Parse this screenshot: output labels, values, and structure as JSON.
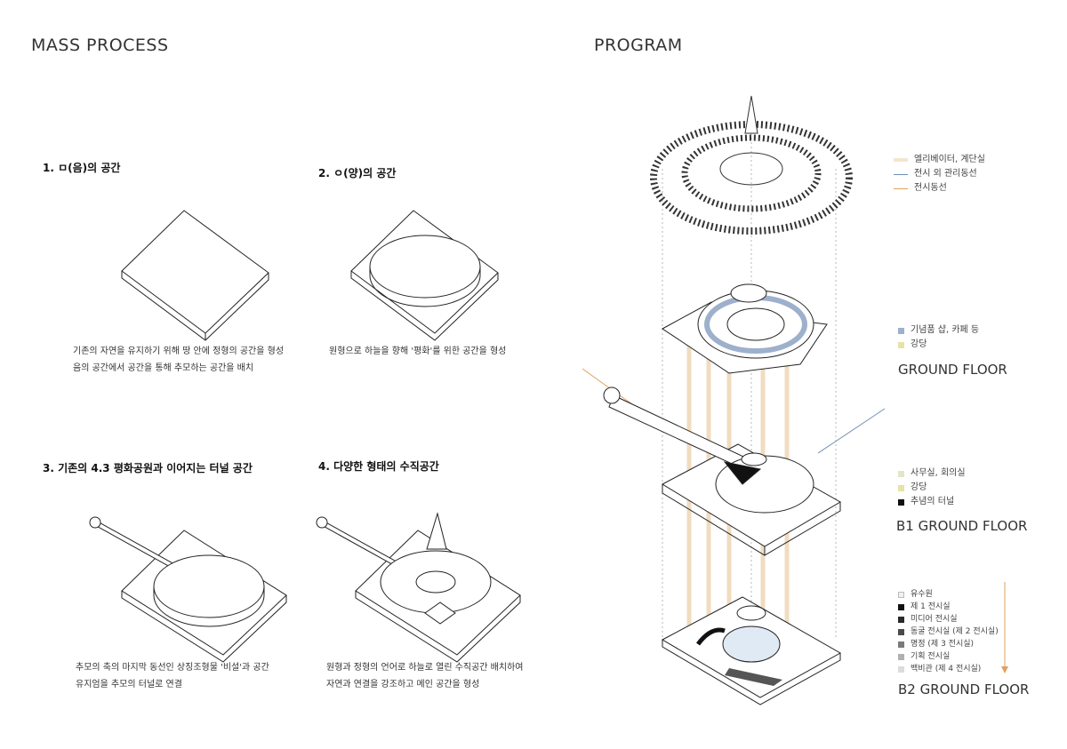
{
  "mass_process": {
    "title": "MASS PROCESS",
    "steps": [
      {
        "heading": "1. ㅁ(음)의 공간",
        "desc": [
          "기존의 자연을 유지하기 위해 땅 안에 정형의 공간을 형성",
          "음의 공간에서 공간을 통해 추모하는 공간을 배치"
        ]
      },
      {
        "heading": "2. ㅇ(양)의 공간",
        "desc": [
          "원형으로 하늘을 향해 '평화'를 위한 공간을 형성"
        ]
      },
      {
        "heading": "3. 기존의 4.3 평화공원과 이어지는 터널 공간",
        "desc": [
          "추모의 축의 마지막 동선인 상징조형물 '비설'과 공간",
          "유지엄을 추모의 터널로 연결"
        ]
      },
      {
        "heading": "4. 다양한 형태의 수직공간",
        "desc": [
          "원형과 정형의 언어로 하늘로 열린 수직공간 배치하여",
          "자연과 연결을 강조하고 메인 공간을 형성"
        ]
      }
    ]
  },
  "program": {
    "title": "PROGRAM",
    "roof_legend": [
      {
        "label": "엘리베이터, 계단실",
        "color": "#f3e6cf"
      },
      {
        "label": "전시 외 관리동선",
        "color": "#6f8fb5"
      },
      {
        "label": "전시동선",
        "color": "#e0a060"
      }
    ],
    "ground": {
      "label": "GROUND FLOOR",
      "legend": [
        {
          "label": "기념품 샵, 카페 등",
          "color": "#9db0cc"
        },
        {
          "label": "강당",
          "color": "#e6e2a8"
        }
      ]
    },
    "b1": {
      "label": "B1 GROUND FLOOR",
      "legend": [
        {
          "label": "사무실, 회의실",
          "color": "#e3e6c4"
        },
        {
          "label": "강당",
          "color": "#e6e2a8"
        },
        {
          "label": "추념의 터널",
          "color": "#111111"
        }
      ]
    },
    "b2": {
      "label": "B2 GROUND FLOOR",
      "legend": [
        {
          "label": "유수원",
          "color": "#eef2f6"
        },
        {
          "label": "제 1 전시실",
          "color": "#111111"
        },
        {
          "label": "미디어 전시실",
          "color": "#2a2a2a"
        },
        {
          "label": "동굴 전시실 (제 2 전시실)",
          "color": "#4a4a4a"
        },
        {
          "label": "명정 (제 3 전시실)",
          "color": "#7a7a7a"
        },
        {
          "label": "기획 전시실",
          "color": "#b0b0b0"
        },
        {
          "label": "백비관 (제 4 전시실)",
          "color": "#dcdcdc"
        }
      ]
    }
  }
}
